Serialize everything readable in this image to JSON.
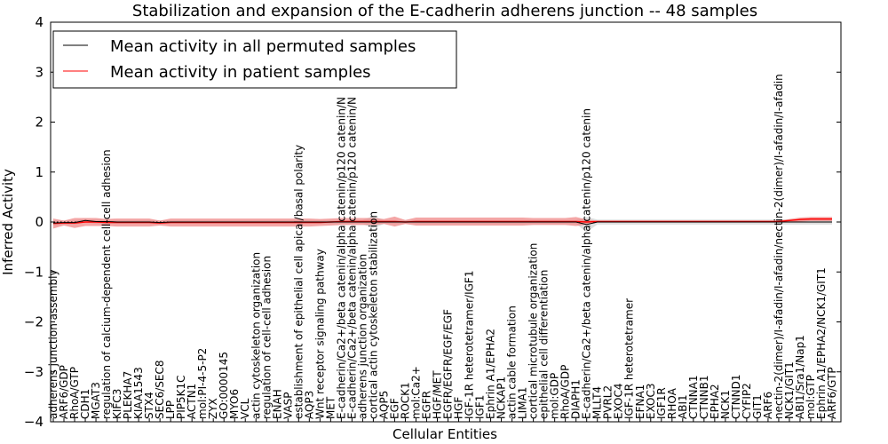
{
  "chart_data": {
    "type": "line",
    "title": "Stabilization and expansion of the E-cadherin adherens junction -- 48 samples",
    "xlabel": "Cellular Entities",
    "ylabel": "Inferred Activity",
    "ylim": [
      -4,
      4
    ],
    "yticks": [
      4,
      3,
      2,
      1,
      0,
      -1,
      -2,
      -3,
      -4
    ],
    "ytick_labels": [
      "4",
      "3",
      "2",
      "1",
      "0",
      "−1",
      "−2",
      "−3",
      "−4"
    ],
    "grid": false,
    "legend_position": "top-left",
    "legend": [
      {
        "label": "Mean activity in all permuted samples",
        "color": "#000000"
      },
      {
        "label": "Mean activity in patient samples",
        "color": "#ff0000"
      }
    ],
    "colors": {
      "patient_line": "#ff0000",
      "patient_band": "#f08080",
      "permuted_line": "#000000",
      "permuted_band": "#c8c8c8"
    },
    "categories": [
      "adherens junction assembly",
      "ARF6/GDP",
      "RhoA/GTP",
      "CDH1",
      "MGAT3",
      "regulation of calcium-dependent cell-cell adhesion",
      "KIFC3",
      "PLEKHA7",
      "KIAA1543",
      "STX4",
      "SEC6/SEC8",
      "LPP",
      "PIP5K1C",
      "ACTN1",
      "mol:PI-4-5-P2",
      "ZYX",
      "GO:0000145",
      "MYO6",
      "VCL",
      "actin cytoskeleton organization",
      "regulation of cell-cell adhesion",
      "ENAH",
      "VASP",
      "establishment of epithelial cell apical/basal polarity",
      "AQP3",
      "Wnt receptor signaling pathway",
      "MET",
      "E-cadherin/Ca2+/beta catenin/alpha catenin/p120 catenin/N",
      "E-cadherin/Ca2+/beta catenin/alpha catenin/p120 catenin/N",
      "adherens junction organization",
      "cortical actin cytoskeleton stabilization",
      "AQP5",
      "EGF",
      "ROCK1",
      "mol:Ca2+",
      "EGFR",
      "HGF/MET",
      "EGFR/EGFR/EGF/EGF",
      "HGF",
      "IGF-1R heterotetramer/IGF1",
      "IGF1",
      "Ephrin A1/EPHA2",
      "NCKAP1",
      "actin cable formation",
      "LIMA1",
      "cortical microtubule organization",
      "epithelial cell differentiation",
      "mol:GDP",
      "RhoA/GDP",
      "DIAPH1",
      "E-cadherin/Ca2+/beta catenin/alpha catenin/p120 catenin",
      "MLLT4",
      "PVRL2",
      "EXOC4",
      "IGF-1R heterotetramer",
      "EFNA1",
      "EXOC3",
      "IGF1R",
      "RHOA",
      "ABI1",
      "CTNNA1",
      "CTNNB1",
      "EPHA2",
      "NCK1",
      "CTNND1",
      "CYFIP2",
      "GIT1",
      "ARF6",
      "nectin-2(dimer)/I-afadin/I-afadin/nectin-2(dimer)/I-afadin/I-afadin",
      "NCK1/GIT1",
      "ABI1/Sra1/Nap1",
      "mol:GTP",
      "Ephrin A1/EPHA2/NCK1/GIT1",
      "ARF6/GTP"
    ],
    "series": [
      {
        "name": "Mean activity in patient samples",
        "values": [
          -0.03,
          -0.02,
          -0.02,
          0.0,
          0.0,
          -0.01,
          -0.01,
          -0.01,
          -0.01,
          -0.01,
          -0.02,
          -0.01,
          -0.01,
          -0.01,
          -0.01,
          -0.01,
          -0.01,
          -0.01,
          -0.01,
          -0.01,
          -0.01,
          -0.01,
          -0.01,
          -0.01,
          -0.01,
          -0.01,
          0.0,
          0.01,
          0.01,
          0.01,
          0.01,
          0.01,
          0.01,
          0.0,
          0.01,
          0.01,
          0.01,
          0.01,
          0.01,
          0.01,
          0.01,
          0.01,
          0.01,
          0.01,
          0.01,
          0.01,
          0.01,
          0.01,
          0.01,
          0.01,
          0.0,
          0.01,
          0.01,
          0.01,
          0.01,
          0.01,
          0.01,
          0.01,
          0.01,
          0.01,
          0.01,
          0.01,
          0.01,
          0.01,
          0.01,
          0.01,
          0.01,
          0.01,
          0.01,
          0.03,
          0.05,
          0.06,
          0.06,
          0.06
        ],
        "band_halfwidth": [
          0.1,
          0.05,
          0.1,
          0.08,
          0.08,
          0.07,
          0.08,
          0.08,
          0.08,
          0.08,
          0.05,
          0.08,
          0.08,
          0.08,
          0.08,
          0.08,
          0.08,
          0.08,
          0.08,
          0.08,
          0.08,
          0.08,
          0.08,
          0.08,
          0.08,
          0.07,
          0.07,
          0.07,
          0.07,
          0.07,
          0.07,
          0.05,
          0.1,
          0.04,
          0.08,
          0.08,
          0.08,
          0.08,
          0.08,
          0.08,
          0.08,
          0.08,
          0.08,
          0.08,
          0.08,
          0.07,
          0.07,
          0.07,
          0.07,
          0.09,
          0.05,
          0.02,
          0.02,
          0.02,
          0.02,
          0.02,
          0.02,
          0.02,
          0.02,
          0.02,
          0.02,
          0.02,
          0.02,
          0.02,
          0.02,
          0.02,
          0.02,
          0.02,
          0.02,
          0.03,
          0.04,
          0.04,
          0.04,
          0.04
        ]
      },
      {
        "name": "Mean activity in all permuted samples",
        "values": [
          -0.02,
          -0.01,
          -0.01,
          0.03,
          0.01,
          0.01,
          0.0,
          0.0,
          0.0,
          0.0,
          -0.01,
          0.0,
          0.0,
          0.0,
          0.0,
          0.0,
          0.0,
          0.0,
          0.0,
          0.0,
          0.0,
          0.0,
          0.0,
          0.0,
          0.0,
          0.0,
          0.0,
          0.0,
          0.0,
          0.0,
          0.0,
          0.0,
          0.0,
          0.0,
          0.0,
          0.0,
          0.0,
          0.0,
          0.0,
          0.0,
          0.0,
          0.0,
          0.0,
          0.0,
          0.0,
          0.0,
          0.0,
          0.0,
          0.0,
          0.0,
          -0.05,
          0.0,
          0.0,
          0.0,
          0.0,
          0.0,
          0.0,
          0.0,
          0.0,
          0.0,
          0.0,
          0.0,
          0.0,
          0.0,
          0.0,
          0.0,
          0.0,
          0.0,
          0.0,
          0.0,
          0.0,
          0.0,
          0.0,
          0.0
        ],
        "band_halfwidth": [
          0.05,
          0.04,
          0.04,
          0.04,
          0.04,
          0.04,
          0.04,
          0.04,
          0.04,
          0.04,
          0.04,
          0.04,
          0.04,
          0.04,
          0.04,
          0.04,
          0.04,
          0.04,
          0.04,
          0.04,
          0.04,
          0.04,
          0.04,
          0.04,
          0.04,
          0.04,
          0.04,
          0.04,
          0.04,
          0.04,
          0.12,
          0.04,
          0.04,
          0.04,
          0.04,
          0.04,
          0.04,
          0.04,
          0.04,
          0.04,
          0.04,
          0.04,
          0.04,
          0.04,
          0.04,
          0.04,
          0.04,
          0.04,
          0.04,
          0.04,
          0.15,
          0.05,
          0.05,
          0.05,
          0.05,
          0.05,
          0.05,
          0.05,
          0.05,
          0.05,
          0.05,
          0.05,
          0.05,
          0.05,
          0.05,
          0.05,
          0.05,
          0.05,
          0.05,
          0.05,
          0.05,
          0.05,
          0.05,
          0.05
        ]
      }
    ]
  }
}
